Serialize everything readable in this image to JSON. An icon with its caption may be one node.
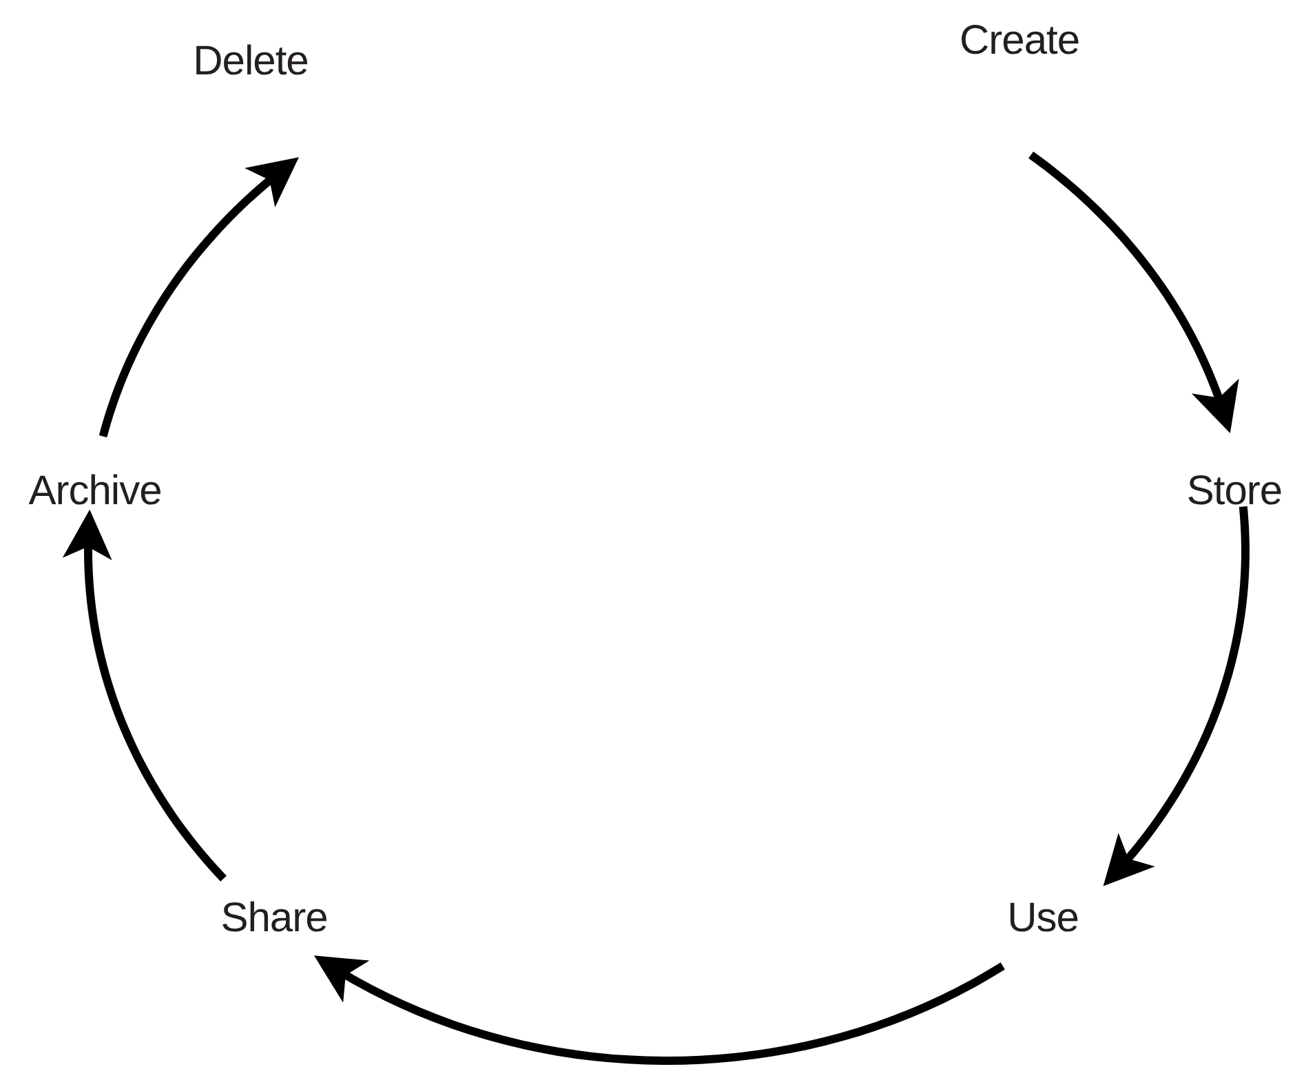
{
  "diagram": {
    "nodes": [
      {
        "text": [
          "Create"
        ]
      },
      {
        "text": [
          "Store"
        ]
      },
      {
        "text": [
          "Use"
        ]
      },
      {
        "text": [
          "Share"
        ]
      },
      {
        "text": [
          "Archive"
        ]
      },
      {
        "text": [
          "Delete"
        ]
      }
    ],
    "edges": [
      {
        "from": 0,
        "to": 1,
        "arrow": "to"
      },
      {
        "from": 1,
        "to": 2,
        "arrow": "to"
      },
      {
        "from": 2,
        "to": 3,
        "arrow": "to"
      },
      {
        "from": 3,
        "to": 4,
        "arrow": "to"
      },
      {
        "from": 4,
        "to": 5,
        "arrow": "to"
      }
    ]
  }
}
